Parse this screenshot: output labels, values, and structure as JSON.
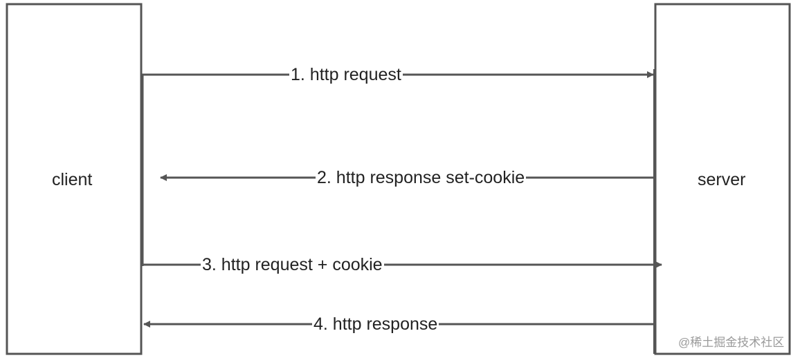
{
  "client": {
    "label": "client"
  },
  "server": {
    "label": "server"
  },
  "messages": [
    {
      "label": "1. http request",
      "direction": "client-to-server"
    },
    {
      "label": "2. http response set-cookie",
      "direction": "server-to-client"
    },
    {
      "label": "3. http request + cookie",
      "direction": "client-to-server"
    },
    {
      "label": "4. http response",
      "direction": "server-to-client"
    }
  ],
  "watermark": "@稀土掘金技术社区",
  "colors": {
    "stroke": "#555555",
    "text": "#222222",
    "watermark": "#9a9a9a"
  }
}
